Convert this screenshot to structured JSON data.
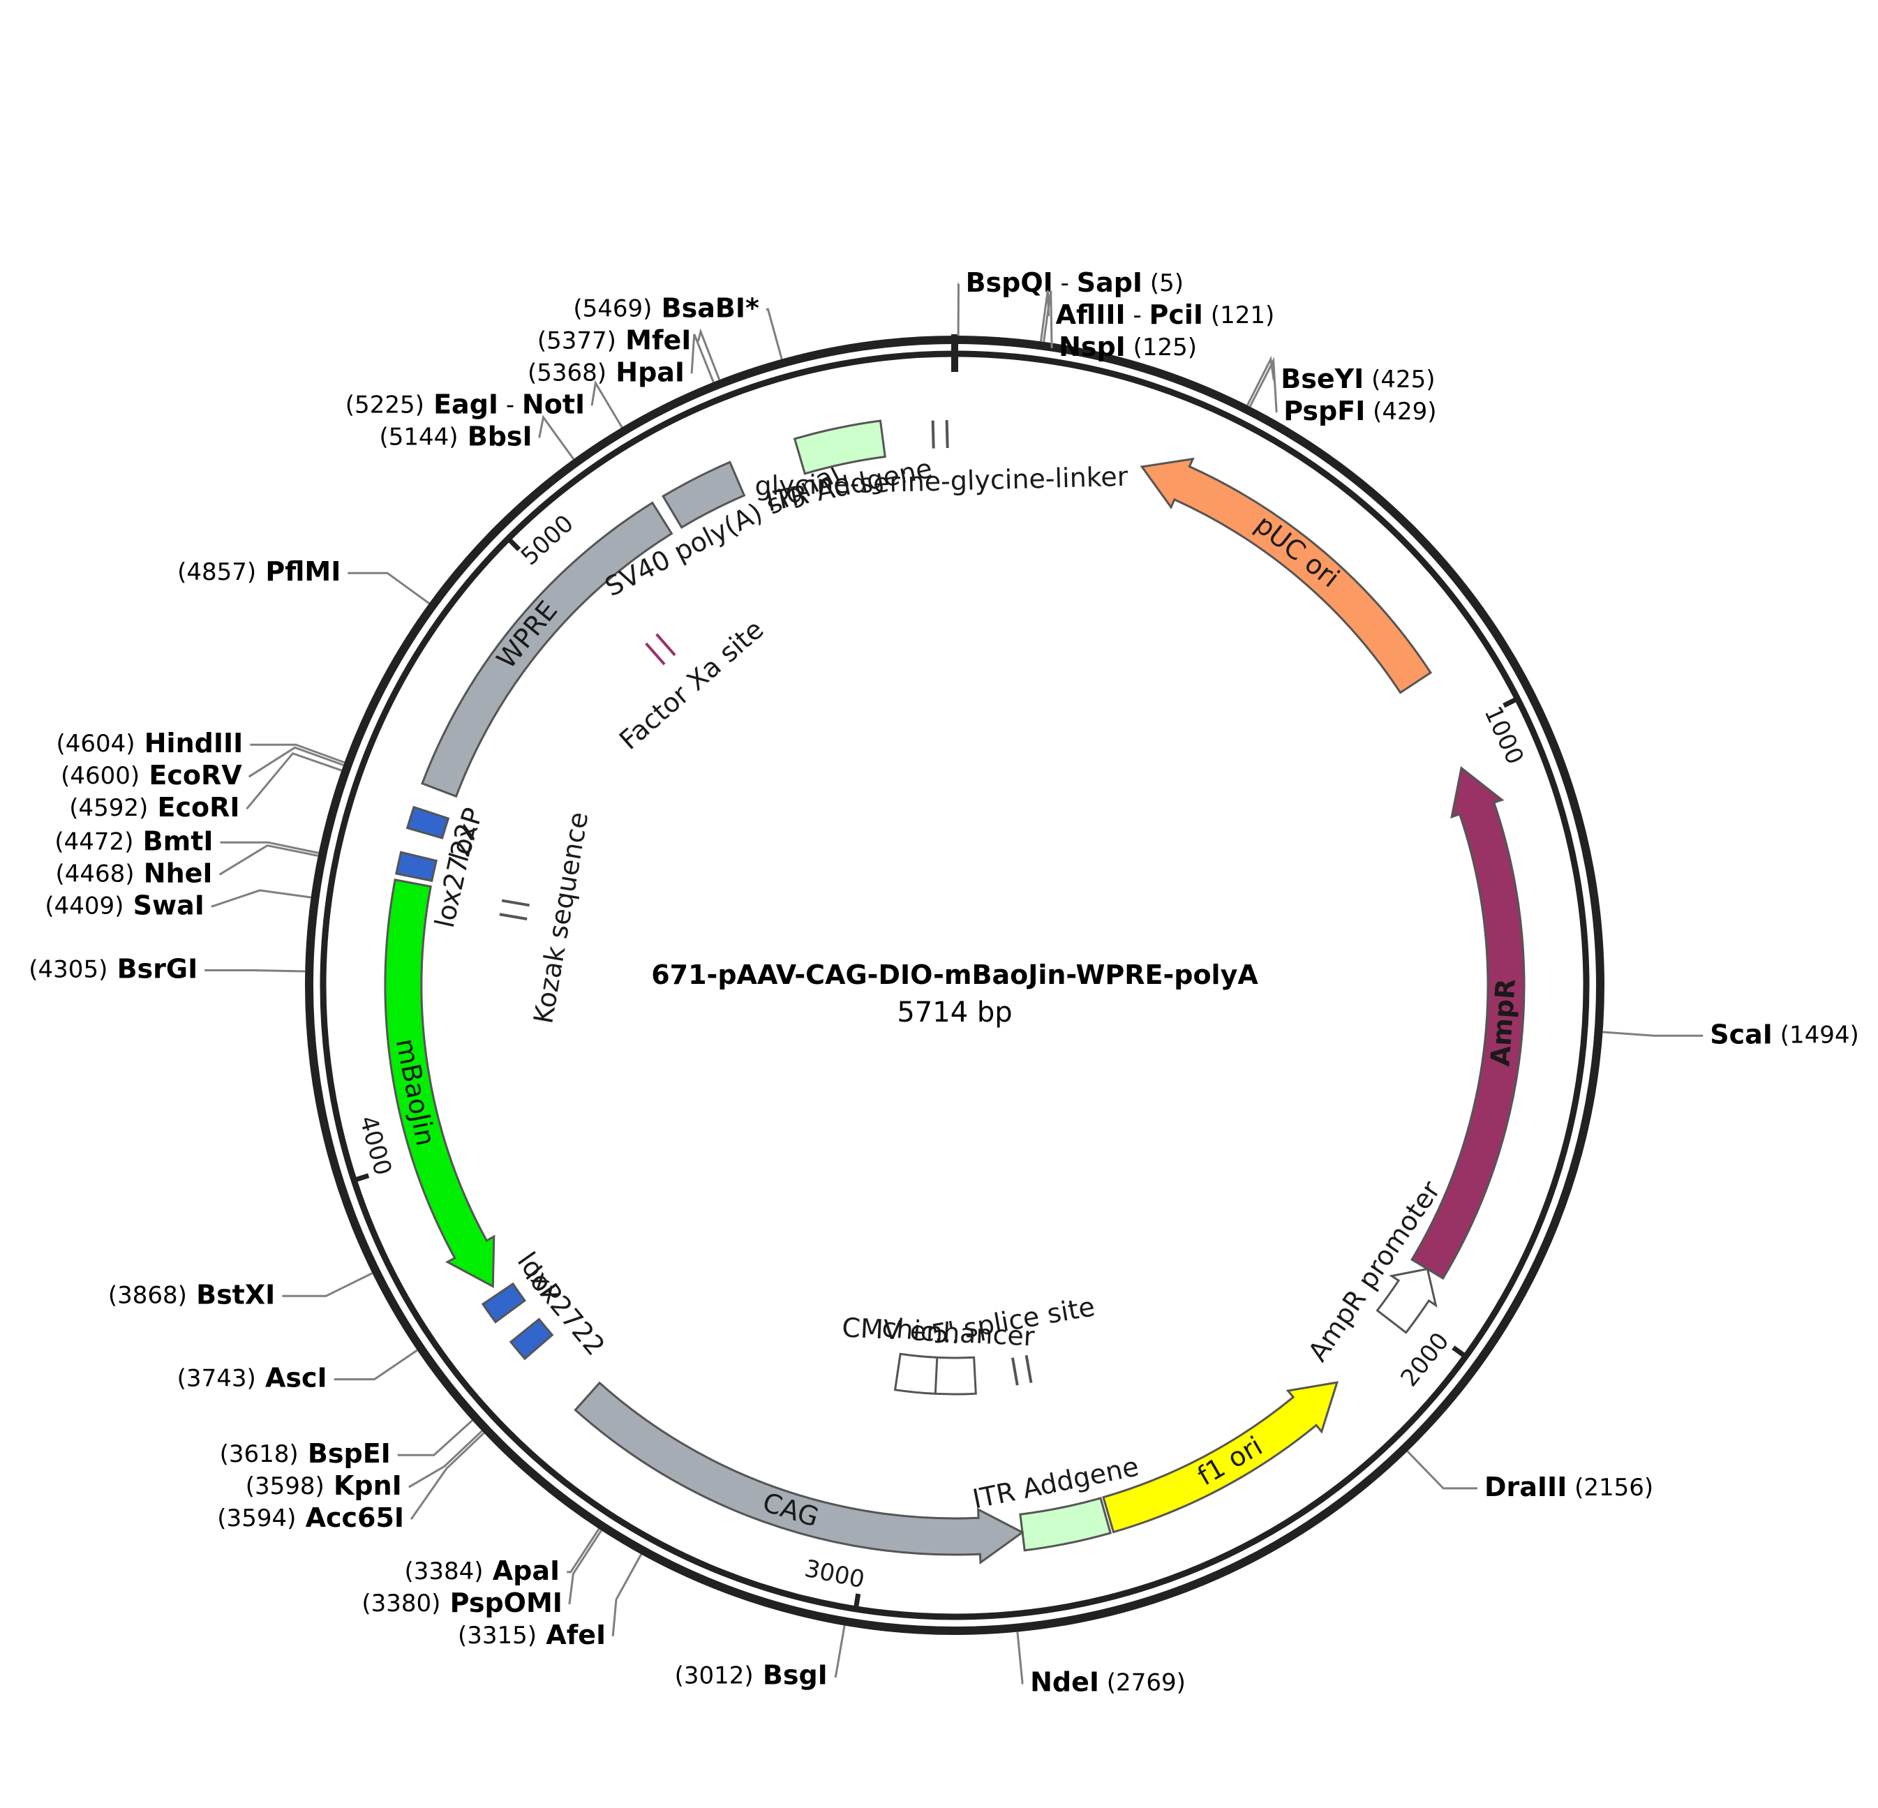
{
  "plasmid": {
    "name": "671-pAAV-CAG-DIO-mBaoJin-WPRE-polyA",
    "size_label": "5714 bp",
    "length": 5714
  },
  "ticks": [
    {
      "bp": 1000,
      "label": "1000"
    },
    {
      "bp": 2000,
      "label": "2000"
    },
    {
      "bp": 3000,
      "label": "3000"
    },
    {
      "bp": 4000,
      "label": "4000"
    },
    {
      "bp": 5000,
      "label": "5000"
    }
  ],
  "features": [
    {
      "id": "puc-ori",
      "label": "pUC ori",
      "start": 315,
      "end": 900,
      "dir": -1,
      "ring": "outer",
      "color": "#fc9a63"
    },
    {
      "id": "ampr",
      "label": "AmpR",
      "start": 1060,
      "end": 1920,
      "dir": -1,
      "ring": "outer",
      "color": "#993366",
      "label_color": "#ffffff"
    },
    {
      "id": "ampr-promoter",
      "label": "AmpR promoter",
      "start": 1920,
      "end": 2025,
      "dir": -1,
      "ring": "outer",
      "color": "#ffffff"
    },
    {
      "id": "f1-ori",
      "label": "f1 ori",
      "start": 2160,
      "end": 2600,
      "dir": -1,
      "ring": "outer",
      "color": "#ffff00"
    },
    {
      "id": "itr-addgene-right",
      "label": "ITR Addgene",
      "start": 2605,
      "end": 2745,
      "dir": 0,
      "ring": "outer",
      "color": "#ccffcc"
    },
    {
      "id": "cag",
      "label": "CAG",
      "start": 2745,
      "end": 3520,
      "dir": -1,
      "ring": "outer",
      "color": "#a6acb3"
    },
    {
      "id": "lox2722-bottom",
      "label": "lox2722",
      "start": 3635,
      "end": 3670,
      "dir": 0,
      "ring": "outer",
      "color": "#3366cc"
    },
    {
      "id": "loxp-bottom",
      "label": "loxP",
      "start": 3710,
      "end": 3745,
      "dir": 0,
      "ring": "outer",
      "color": "#3366cc"
    },
    {
      "id": "mbaojin",
      "label": "mBaoJin",
      "start": 3760,
      "end": 4455,
      "dir": -1,
      "ring": "outer",
      "color": "#00ee00"
    },
    {
      "id": "lox2722-top",
      "label": "lox2722",
      "start": 4465,
      "end": 4500,
      "dir": 0,
      "ring": "outer",
      "color": "#3366cc"
    },
    {
      "id": "loxp-top",
      "label": "loxP",
      "start": 4540,
      "end": 4575,
      "dir": 0,
      "ring": "outer",
      "color": "#3366cc"
    },
    {
      "id": "wpre",
      "label": "WPRE",
      "start": 4615,
      "end": 5205,
      "dir": 0,
      "ring": "outer",
      "color": "#a6acb3"
    },
    {
      "id": "sv40-polya",
      "label": "SV40 poly(A) signal",
      "start": 5225,
      "end": 5345,
      "dir": 0,
      "ring": "outer",
      "color": "#a6acb3"
    },
    {
      "id": "itr-addgene-left",
      "label": "ITR Addgene",
      "start": 5455,
      "end": 5595,
      "dir": 0,
      "ring": "outer",
      "color": "#ccffcc"
    },
    {
      "id": "cmv-enhancer",
      "label": "CMV enhancer",
      "start": 2810,
      "end": 2990,
      "dir": 0,
      "ring": "inner",
      "color": "#ffffff"
    },
    {
      "id": "chicken-promoter",
      "label": "chic...",
      "start": 2900,
      "end": 2990,
      "dir": 0,
      "ring": "inner",
      "color": "#ffffff"
    }
  ],
  "minor_features": [
    {
      "id": "glycine-serine-glycine-linker",
      "label": "glycine-serine-glycine-linker",
      "bp": 5690,
      "ring": "outer",
      "color": "#555555"
    },
    {
      "id": "factor-xa-site",
      "label": "Factor Xa site",
      "bp": 5060,
      "ring": "inner2",
      "color": "#993366"
    },
    {
      "id": "kozak-sequence",
      "label": "Kozak sequence",
      "bp": 4440,
      "ring": "inner2",
      "color": "#555555"
    },
    {
      "id": "five-prime-splice-site",
      "label": "5' splice site",
      "bp": 2700,
      "ring": "inner",
      "color": "#555555"
    }
  ],
  "sites": [
    {
      "id": "bspqi-sapi",
      "name": "BspQI",
      "name2": "SapI",
      "pos": "(5)",
      "bp": 5,
      "side": "right",
      "color": "#000000"
    },
    {
      "id": "afliii-pcii",
      "name": "AflIII",
      "name2": "PciI",
      "pos": "(121)",
      "bp": 121,
      "side": "right",
      "color": "#000000"
    },
    {
      "id": "nspi",
      "name": "NspI",
      "pos": "(125)",
      "bp": 125,
      "side": "right",
      "color": "#000000"
    },
    {
      "id": "bseyi",
      "name": "BseYI",
      "pos": "(425)",
      "bp": 425,
      "side": "right",
      "color": "#000000"
    },
    {
      "id": "pspfi",
      "name": "PspFI",
      "pos": "(429)",
      "bp": 429,
      "side": "right",
      "color": "#000000"
    },
    {
      "id": "scai",
      "name": "ScaI",
      "pos": "(1494)",
      "bp": 1494,
      "side": "right",
      "color": "#000000"
    },
    {
      "id": "draiii",
      "name": "DraIII",
      "pos": "(2156)",
      "bp": 2156,
      "side": "right",
      "color": "#000000"
    },
    {
      "id": "ndei",
      "name": "NdeI",
      "pos": "(2769)",
      "bp": 2769,
      "side": "right",
      "color": "#000000"
    },
    {
      "id": "bsgi",
      "name": "BsgI",
      "pos": "(3012)",
      "bp": 3012,
      "side": "left",
      "color": "#000000"
    },
    {
      "id": "afei",
      "name": "AfeI",
      "pos": "(3315)",
      "bp": 3315,
      "side": "left",
      "color": "#000000"
    },
    {
      "id": "pspomi",
      "name": "PspOMI",
      "pos": "(3380)",
      "bp": 3380,
      "side": "left",
      "color": "#000000"
    },
    {
      "id": "apai",
      "name": "ApaI",
      "pos": "(3384)",
      "bp": 3384,
      "side": "left",
      "color": "#000000"
    },
    {
      "id": "acc65i",
      "name": "Acc65I",
      "pos": "(3594)",
      "bp": 3594,
      "side": "left",
      "color": "#000000"
    },
    {
      "id": "kpni",
      "name": "KpnI",
      "pos": "(3598)",
      "bp": 3598,
      "side": "left",
      "color": "#000000"
    },
    {
      "id": "bspei",
      "name": "BspEI",
      "pos": "(3618)",
      "bp": 3618,
      "side": "left",
      "color": "#000000"
    },
    {
      "id": "asci",
      "name": "AscI",
      "pos": "(3743)",
      "bp": 3743,
      "side": "left",
      "color": "#000000"
    },
    {
      "id": "bstxi",
      "name": "BstXI",
      "pos": "(3868)",
      "bp": 3868,
      "side": "left",
      "color": "#000000"
    },
    {
      "id": "bsrgi",
      "name": "BsrGI",
      "pos": "(4305)",
      "bp": 4305,
      "side": "left",
      "color": "#000000"
    },
    {
      "id": "swai",
      "name": "SwaI",
      "pos": "(4409)",
      "bp": 4409,
      "side": "left",
      "color": "#000000"
    },
    {
      "id": "nhei",
      "name": "NheI",
      "pos": "(4468)",
      "bp": 4468,
      "side": "left",
      "color": "#000000"
    },
    {
      "id": "bmti",
      "name": "BmtI",
      "pos": "(4472)",
      "bp": 4472,
      "side": "left",
      "color": "#000000"
    },
    {
      "id": "ecori",
      "name": "EcoRI",
      "pos": "(4592)",
      "bp": 4592,
      "side": "left",
      "color": "#000000"
    },
    {
      "id": "ecorv",
      "name": "EcoRV",
      "pos": "(4600)",
      "bp": 4600,
      "side": "left",
      "color": "#000000"
    },
    {
      "id": "hindiii",
      "name": "HindIII",
      "pos": "(4604)",
      "bp": 4604,
      "side": "left",
      "color": "#000000"
    },
    {
      "id": "pflmi",
      "name": "PflMI",
      "pos": "(4857)",
      "bp": 4857,
      "side": "left",
      "color": "#000000"
    },
    {
      "id": "bbsi",
      "name": "BbsI",
      "pos": "(5144)",
      "bp": 5144,
      "side": "left",
      "color": "#000000"
    },
    {
      "id": "eagi-noti",
      "name": "EagI",
      "name2": "NotI",
      "pos": "(5225)",
      "bp": 5225,
      "side": "left",
      "color": "#000000"
    },
    {
      "id": "hpai",
      "name": "HpaI",
      "pos": "(5368)",
      "bp": 5368,
      "side": "left",
      "color": "#000000"
    },
    {
      "id": "mfei",
      "name": "MfeI",
      "pos": "(5377)",
      "bp": 5377,
      "side": "left",
      "color": "#000000"
    },
    {
      "id": "bsabi",
      "name": "BsaBI*",
      "pos": "(5469)",
      "bp": 5469,
      "side": "left",
      "color": "#808080"
    }
  ]
}
